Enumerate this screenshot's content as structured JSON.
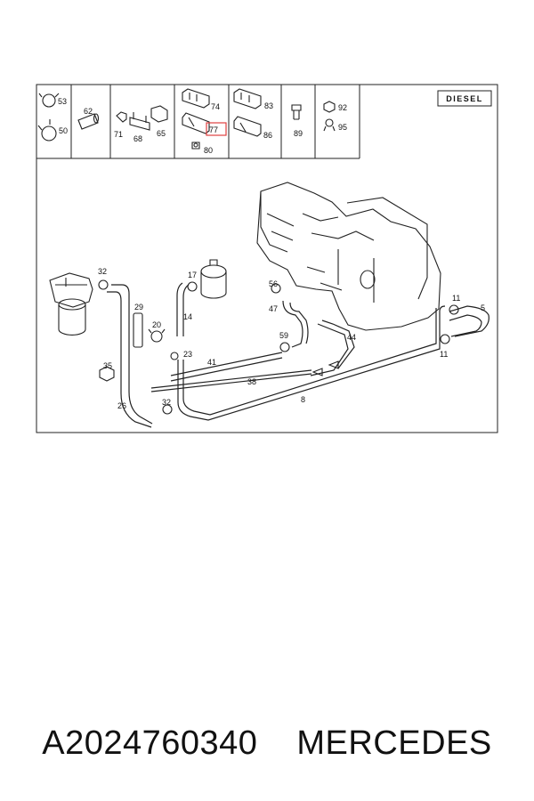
{
  "header": {
    "diesel_badge": "DIESEL",
    "cells": [
      {
        "labels": [
          "53",
          "50"
        ]
      },
      {
        "labels": [
          "62"
        ]
      },
      {
        "labels": [
          "71",
          "68",
          "65"
        ]
      },
      {
        "labels": [
          "74",
          "77",
          "80"
        ]
      },
      {
        "labels": [
          "83",
          "86"
        ]
      },
      {
        "labels": [
          "89"
        ]
      },
      {
        "labels": [
          "92",
          "95"
        ]
      }
    ]
  },
  "highlighted_part": "77",
  "callouts": [
    "32",
    "17",
    "56",
    "47",
    "11",
    "5",
    "29",
    "20",
    "14",
    "59",
    "44",
    "11",
    "23",
    "41",
    "35",
    "38",
    "26",
    "32",
    "8"
  ],
  "caption": {
    "part_number": "A2024760340",
    "brand": "MERCEDES"
  },
  "colors": {
    "line": "#222222",
    "highlight_box": "#e04040"
  }
}
